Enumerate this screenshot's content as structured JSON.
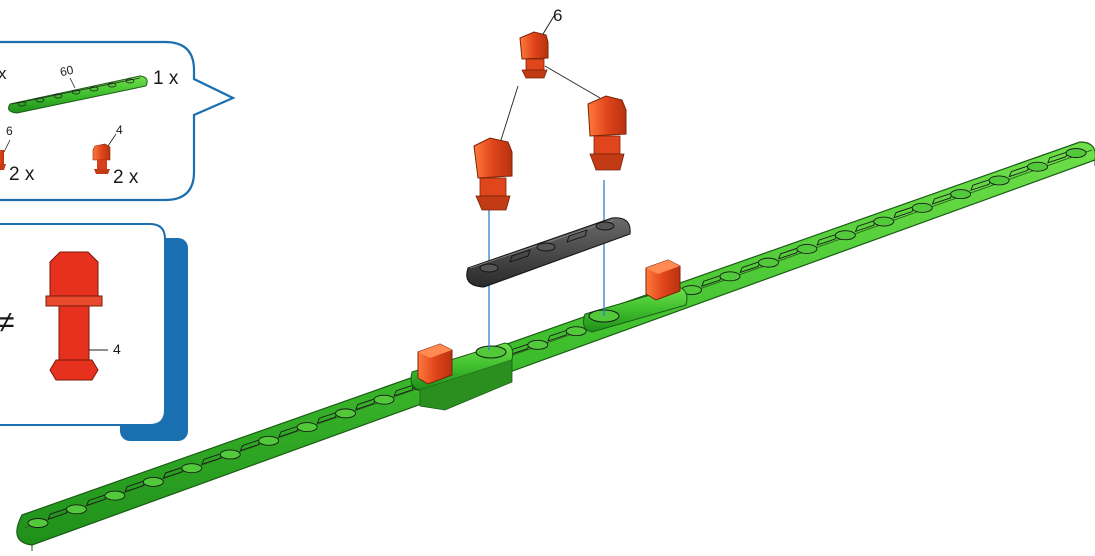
{
  "parts_callout": {
    "cut_label": "x",
    "rail_length": "60",
    "rail_qty": "1 x",
    "block_a_size": "6",
    "block_a_qty": "2 x",
    "block_b_size": "4",
    "block_b_qty": "2 x"
  },
  "compare_card": {
    "symbol": "≠",
    "part_size": "4"
  },
  "assembly": {
    "top_part_size": "6"
  },
  "colors": {
    "rail_green": "#3fbf2e",
    "block_red": "#e0451b",
    "plate_gray": "#3c3c3c",
    "card_blue": "#1a6fb0",
    "guide_blue": "#2f7fd0"
  }
}
